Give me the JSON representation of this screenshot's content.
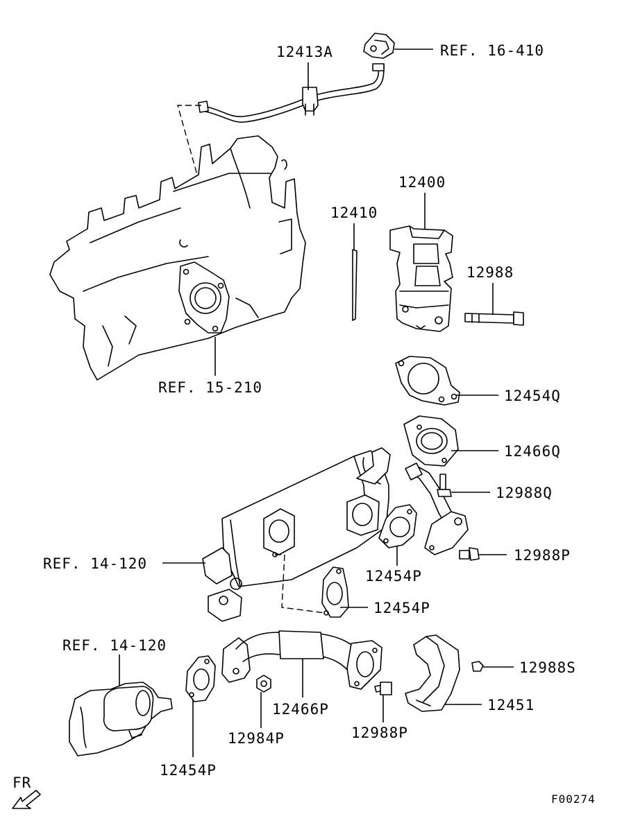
{
  "diagram": {
    "code": "F00274",
    "direction": "FR",
    "labels": {
      "l12413a": "12413A",
      "ref16410": "REF. 16-410",
      "l12400": "12400",
      "l12410": "12410",
      "l12988": "12988",
      "ref15210": "REF. 15-210",
      "l12454q": "12454Q",
      "l12466q": "12466Q",
      "l12988q": "12988Q",
      "ref14120a": "REF. 14-120",
      "l12988p_a": "12988P",
      "l12454p_a": "12454P",
      "l12454p_b": "12454P",
      "ref14120b": "REF. 14-120",
      "l12988s": "12988S",
      "l12451": "12451",
      "l12466p": "12466P",
      "l12984p": "12984P",
      "l12988p_b": "12988P",
      "l12454p_c": "12454P"
    }
  }
}
